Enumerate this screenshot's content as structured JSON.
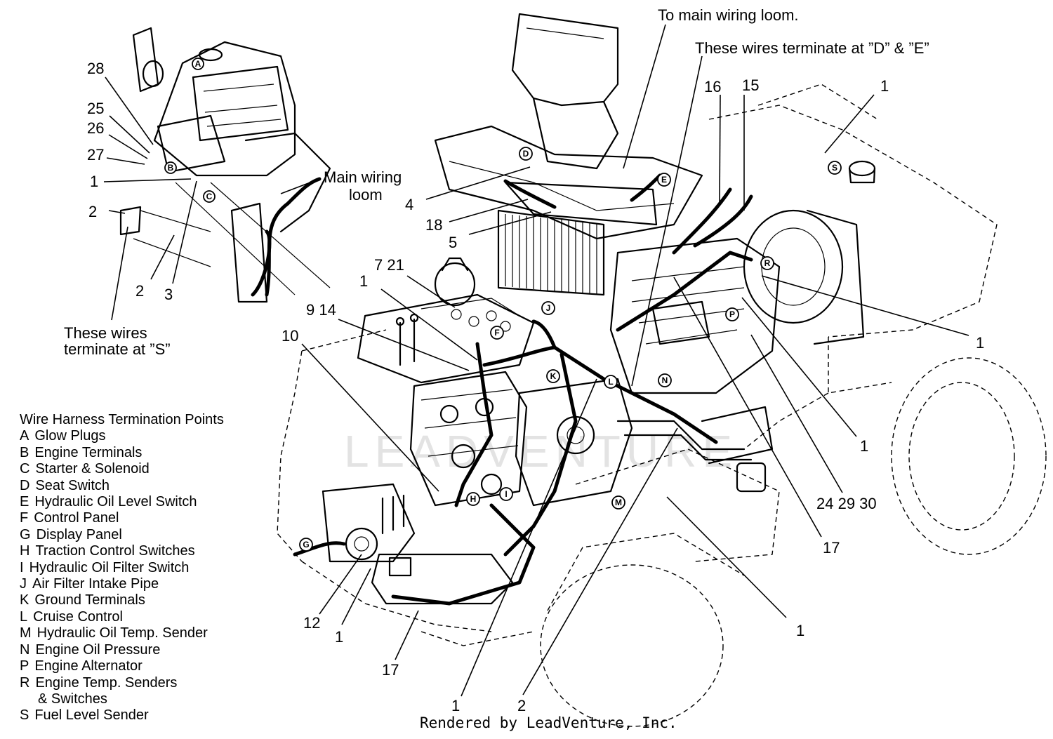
{
  "callouts": {
    "to_main_loom": "To main wiring loom.",
    "terminate_de": "These wires terminate at ”D” & ”E”",
    "main_loom_1": "Main wiring",
    "main_loom_2": "loom",
    "terminate_s_1": "These wires",
    "terminate_s_2": "terminate at ”S”"
  },
  "part_numbers": {
    "n28": "28",
    "n25": "25",
    "n26": "26",
    "n27": "27",
    "n1_inset": "1",
    "n2_a": "2",
    "n2_b": "2",
    "n3": "3",
    "n4": "4",
    "n18": "18",
    "n5": "5",
    "n16": "16",
    "n15": "15",
    "n1_tr": "1",
    "n7_21": "7 21",
    "n1_ml": "1",
    "n9_14": "9 14",
    "n10": "10",
    "n1_r1": "1",
    "n1_r2": "1",
    "n24_29_30": "24 29 30",
    "n17_r": "17",
    "n1_br": "1",
    "n12": "12",
    "n1_b": "1",
    "n17_b": "17",
    "n1_bot": "1",
    "n2_bot": "2"
  },
  "terminals": {
    "A": "A",
    "B": "B",
    "C": "C",
    "D": "D",
    "E": "E",
    "F": "F",
    "G": "G",
    "H": "H",
    "I": "I",
    "J": "J",
    "K": "K",
    "L": "L",
    "M": "M",
    "N": "N",
    "P": "P",
    "R": "R",
    "S": "S"
  },
  "legend": {
    "title": "Wire Harness Termination Points",
    "items": [
      {
        "key": "A",
        "label": "Glow Plugs"
      },
      {
        "key": "B",
        "label": "Engine Terminals"
      },
      {
        "key": "C",
        "label": "Starter & Solenoid"
      },
      {
        "key": "D",
        "label": "Seat Switch"
      },
      {
        "key": "E",
        "label": "Hydraulic Oil Level Switch"
      },
      {
        "key": "F",
        "label": "Control Panel"
      },
      {
        "key": "G",
        "label": "Display Panel"
      },
      {
        "key": "H",
        "label": "Traction Control Switches"
      },
      {
        "key": "I",
        "label": "Hydraulic Oil Filter Switch"
      },
      {
        "key": "J",
        "label": "Air Filter Intake Pipe"
      },
      {
        "key": "K",
        "label": "Ground Terminals"
      },
      {
        "key": "L",
        "label": "Cruise Control"
      },
      {
        "key": "M",
        "label": "Hydraulic Oil Temp. Sender"
      },
      {
        "key": "N",
        "label": "Engine Oil Pressure"
      },
      {
        "key": "P",
        "label": "Engine Alternator"
      },
      {
        "key": "R",
        "label": "Engine Temp. Senders"
      },
      {
        "key": "",
        "label": "& Switches"
      },
      {
        "key": "S",
        "label": "Fuel Level Sender"
      }
    ]
  },
  "footer": "Rendered by LeadVenture, Inc.",
  "watermark": "LEADVENTURE"
}
